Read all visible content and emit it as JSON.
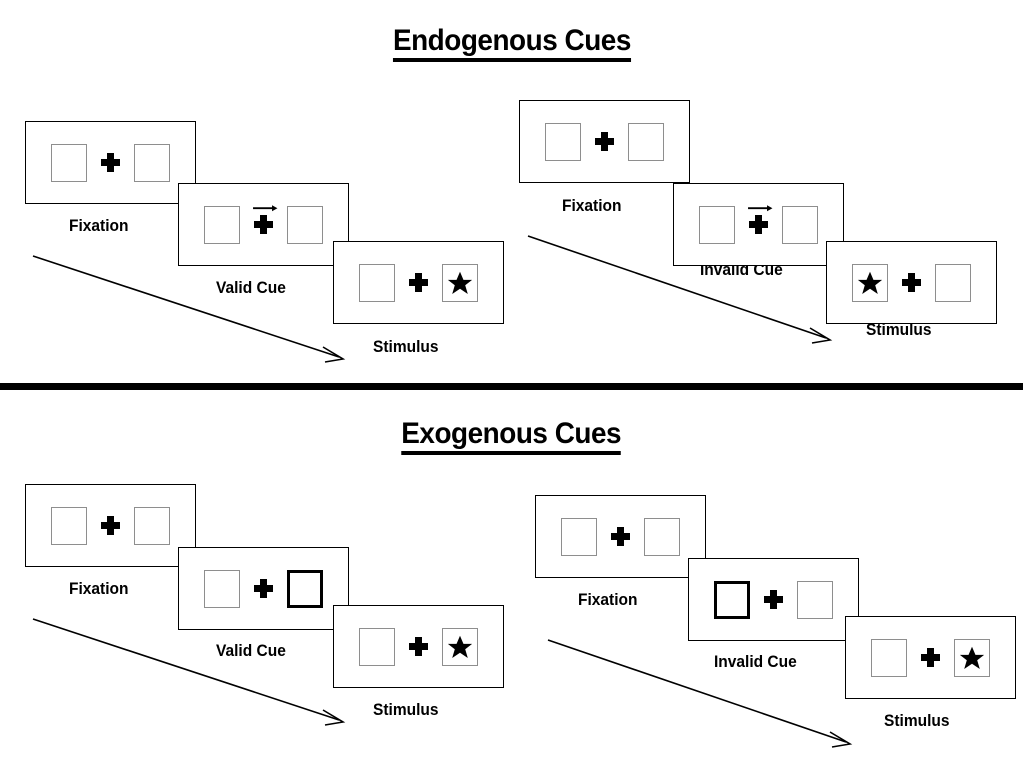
{
  "figure": {
    "sections": [
      {
        "id": "endogenous",
        "title": "Endogenous Cues",
        "cue_type": "arrow",
        "conditions": [
          {
            "id": "endogenous-valid",
            "frames": [
              {
                "stage_label": "Fixation",
                "left_box": "empty",
                "right_box": "empty",
                "cue": "none",
                "target": "none"
              },
              {
                "stage_label": "Valid Cue",
                "left_box": "empty",
                "right_box": "empty",
                "cue": "arrow-right",
                "target": "none"
              },
              {
                "stage_label": "Stimulus",
                "left_box": "empty",
                "right_box": "star",
                "cue": "none",
                "target": "right"
              }
            ]
          },
          {
            "id": "endogenous-invalid",
            "frames": [
              {
                "stage_label": "Fixation",
                "left_box": "empty",
                "right_box": "empty",
                "cue": "none",
                "target": "none"
              },
              {
                "stage_label": "Invalid Cue",
                "left_box": "empty",
                "right_box": "empty",
                "cue": "arrow-right",
                "target": "none"
              },
              {
                "stage_label": "Stimulus",
                "left_box": "star",
                "right_box": "empty",
                "cue": "none",
                "target": "left"
              }
            ]
          }
        ]
      },
      {
        "id": "exogenous",
        "title": "Exogenous Cues",
        "cue_type": "box-highlight",
        "conditions": [
          {
            "id": "exogenous-valid",
            "frames": [
              {
                "stage_label": "Fixation",
                "left_box": "empty",
                "right_box": "empty",
                "cue": "none",
                "target": "none"
              },
              {
                "stage_label": "Valid Cue",
                "left_box": "empty",
                "right_box": "cued",
                "cue": "right-box",
                "target": "none"
              },
              {
                "stage_label": "Stimulus",
                "left_box": "empty",
                "right_box": "star",
                "cue": "none",
                "target": "right"
              }
            ]
          },
          {
            "id": "exogenous-invalid",
            "frames": [
              {
                "stage_label": "Fixation",
                "left_box": "empty",
                "right_box": "empty",
                "cue": "none",
                "target": "none"
              },
              {
                "stage_label": "Invalid Cue",
                "left_box": "cued",
                "right_box": "empty",
                "cue": "left-box",
                "target": "none"
              },
              {
                "stage_label": "Stimulus",
                "left_box": "empty",
                "right_box": "star",
                "cue": "none",
                "target": "right"
              }
            ]
          }
        ]
      }
    ],
    "icons": {
      "fixation_cross": "plus-icon",
      "cue_arrow": "arrow-right-icon",
      "target": "star-icon",
      "time_flow": "time-arrow-icon"
    },
    "colors": {
      "stroke": "#000000",
      "box_outline": "#8e8e8e",
      "background": "#ffffff",
      "divider": "#000000"
    }
  }
}
